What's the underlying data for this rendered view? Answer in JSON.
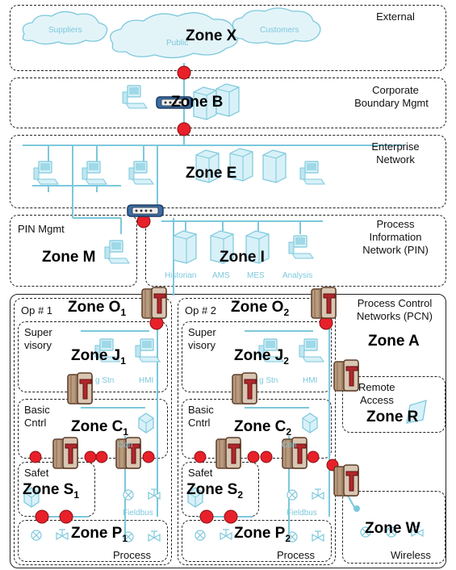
{
  "diagram": {
    "external": {
      "title": "External",
      "zone": "Zone X",
      "clouds": [
        "Suppliers",
        "Public",
        "Customers"
      ]
    },
    "corporate": {
      "title_line1": "Corporate",
      "title_line2": "Boundary Mgmt",
      "zone": "Zone B"
    },
    "enterprise": {
      "title_line1": "Enterprise",
      "title_line2": "Network",
      "zone": "Zone E"
    },
    "pin": {
      "title_line1": "Process",
      "title_line2": "Information",
      "title_line3": "Network (PIN)",
      "zone": "Zone I",
      "servers": [
        "Historian",
        "AMS",
        "MES",
        "Analysis"
      ]
    },
    "pin_mgmt": {
      "title": "PIN Mgmt",
      "zone": "Zone M"
    },
    "pcn": {
      "title_line1": "Process Control",
      "title_line2": "Networks (PCN)",
      "zone": "Zone A"
    },
    "remote": {
      "title_line1": "Remote",
      "title_line2": "Access",
      "zone": "Zone R"
    },
    "wireless": {
      "title": "Wireless",
      "zone": "Zone W"
    },
    "op1": {
      "title": "Op # 1",
      "zone": "Zone O",
      "sub": "1",
      "supervisory": {
        "line1": "Super",
        "line2": "visory",
        "zone": "Zone J",
        "sub": "1",
        "eng": "g Stn",
        "hmi": "HMI"
      },
      "basic": {
        "line1": "Basic",
        "line2": "Cntrl",
        "zone": "Zone C",
        "sub": "1",
        "ctrl": "Con"
      },
      "safety": {
        "title": "Safet",
        "zone": "Zone S",
        "sub": "1"
      },
      "process": {
        "title": "Process",
        "zone": "Zone P",
        "sub": "1",
        "fieldbus": "Fieldbus"
      }
    },
    "op2": {
      "title": "Op # 2",
      "zone": "Zone O",
      "sub": "2",
      "supervisory": {
        "line1": "Super",
        "line2": "visory",
        "zone": "Zone J",
        "sub": "2",
        "eng": "g Stn",
        "hmi": "HMI"
      },
      "basic": {
        "line1": "Basic",
        "line2": "Cntrl",
        "zone": "Zone C",
        "sub": "2",
        "ctrl": "Con"
      },
      "safety": {
        "title": "Safet",
        "zone": "Zone S",
        "sub": "2"
      },
      "process": {
        "title": "Process",
        "zone": "Zone P",
        "sub": "2",
        "fieldbus": "Fieldbus"
      }
    }
  },
  "colors": {
    "device": "#7cc8dc",
    "conduit_dot": "#e8202a",
    "firewall_red": "#b3262a",
    "firewall_body": "#b89a7e"
  }
}
